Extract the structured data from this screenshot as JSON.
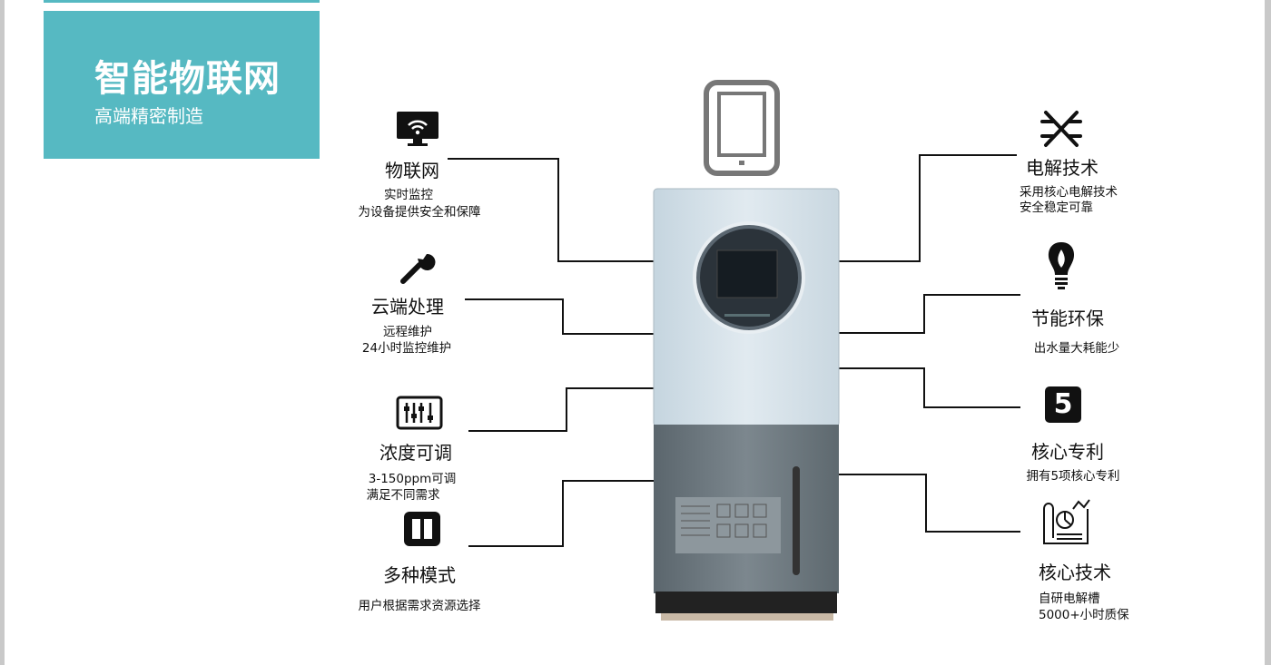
{
  "banner": {
    "title": "智能物联网",
    "subtitle": "高端精密制造"
  },
  "left_features": [
    {
      "title": "物联网",
      "desc": [
        "实时监控",
        "为设备提供安全和保障"
      ],
      "icon": "wifi-monitor-icon"
    },
    {
      "title": "云端处理",
      "desc": [
        "远程维护",
        "24小时监控维护"
      ],
      "icon": "wrench-icon"
    },
    {
      "title": "浓度可调",
      "desc": [
        "3-150ppm可调",
        "满足不同需求"
      ],
      "icon": "sliders-icon"
    },
    {
      "title": "多种模式",
      "desc": [
        "用户根据需求资源选择"
      ],
      "icon": "mode-icon"
    }
  ],
  "right_features": [
    {
      "title": "电解技术",
      "desc": [
        "采用核心电解技术",
        "安全稳定可靠"
      ],
      "icon": "electrolysis-icon"
    },
    {
      "title": "节能环保",
      "desc": [
        "出水量大耗能少"
      ],
      "icon": "bulb-icon"
    },
    {
      "title": "核心专利",
      "desc": [
        "拥有5项核心专利"
      ],
      "icon": "number-5-icon",
      "badge": "5"
    },
    {
      "title": "核心技术",
      "desc": [
        "自研电解槽",
        "5000+小时质保"
      ],
      "icon": "blueprint-icon"
    }
  ],
  "colors": {
    "accent": "#56b9c2",
    "device_top": "#d6e2ea",
    "device_bottom": "#6e7a82"
  }
}
